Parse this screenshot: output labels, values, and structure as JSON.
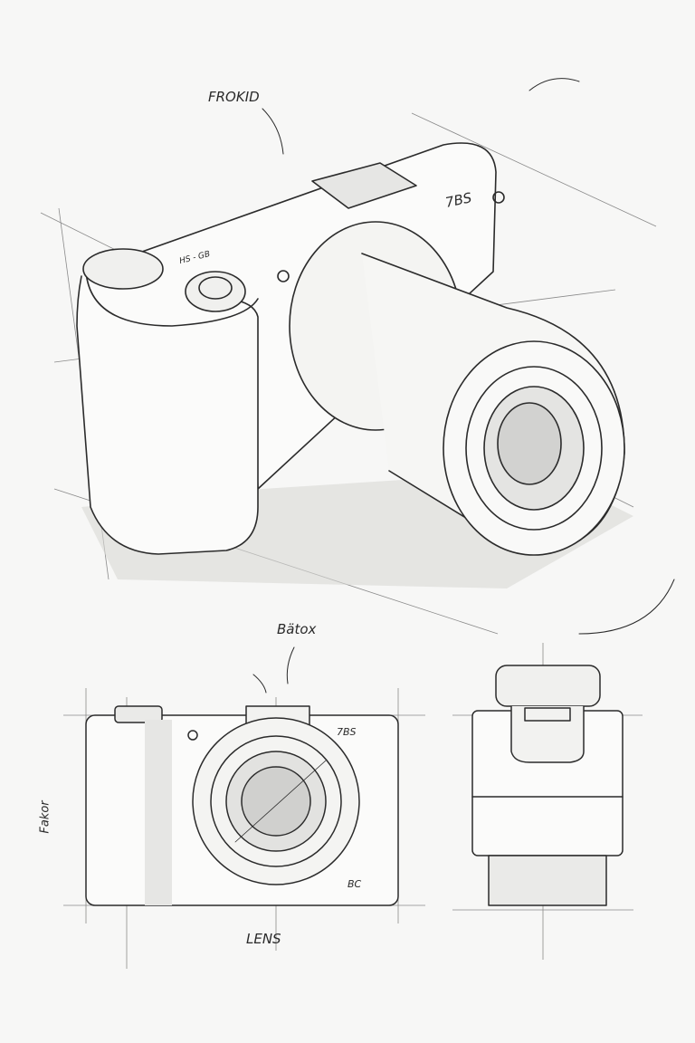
{
  "labels": {
    "top_annotation": "FROKID",
    "body_marking": "7BS",
    "dial_marking": "HS - GB",
    "bottom_annotation": "Bätox",
    "side_annotation": "Fakor",
    "front_marking_top": "7BS",
    "front_marking_bottom": "BC",
    "lens_annotation": "LENS"
  },
  "colors": {
    "paper": "#f7f7f6",
    "pencil": "#2b2b2b",
    "guide": "#8a8a8a"
  }
}
